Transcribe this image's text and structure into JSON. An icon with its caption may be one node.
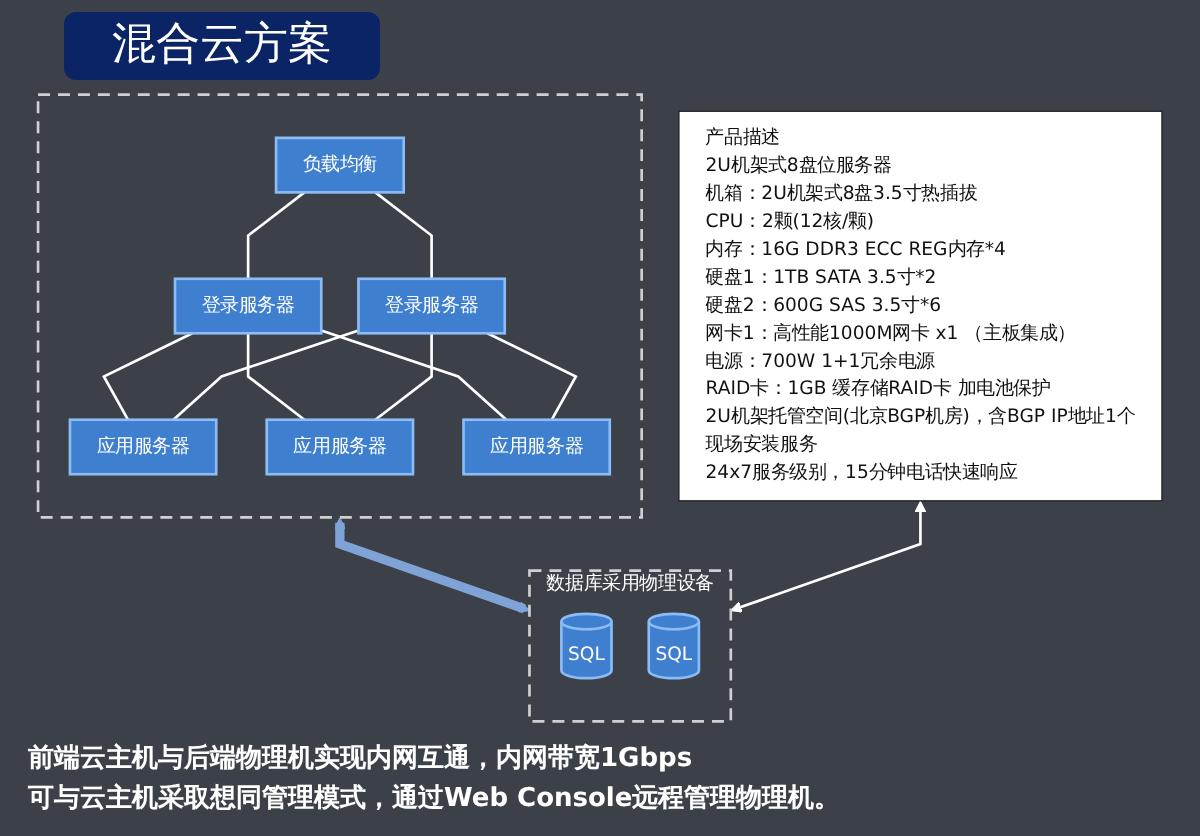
{
  "diagram": {
    "title": "混合云方案",
    "nodes": [
      {
        "text": [],
        "shape": "box"
      },
      {
        "text": [
          "负载均衡"
        ],
        "in": 0
      },
      {
        "text": [
          "登录服务器"
        ],
        "in": 0
      },
      {
        "text": [
          "登录服务器"
        ],
        "in": 0
      },
      {
        "text": [
          "应用服务器"
        ],
        "in": 0
      },
      {
        "text": [
          "应用服务器"
        ],
        "in": 0
      },
      {
        "text": [
          "应用服务器"
        ],
        "in": 0
      },
      {
        "text": [
          "数据库采用物理设备"
        ]
      },
      {
        "text": [
          "SQL"
        ],
        "in": 7
      },
      {
        "text": [
          "SQL"
        ],
        "in": 7
      },
      {
        "text": [
          "产品描述",
          "2U机架式8盘位服务器",
          "机箱：2U机架式8盘3.5寸热插拔",
          "CPU：2颗(12核/颗)",
          "内存：16G DDR3 ECC REG内存*4",
          "硬盘1：1TB SATA 3.5寸*2",
          "硬盘2：600G SAS 3.5寸*6",
          "网卡1：高性能1000M网卡 x1 （主板集成）",
          "电源：700W 1+1冗余电源",
          "RAID卡：1GB 缓存储RAID卡 加电池保护",
          "2U机架托管空间(北京BGP机房)，含BGP IP地址1个",
          "现场安装服务",
          "24x7服务级别，15分钟电话快速响应"
        ]
      }
    ],
    "edges": [
      {
        "from": 1,
        "to": 2,
        "arrow": "none"
      },
      {
        "from": 1,
        "to": 3,
        "arrow": "none"
      },
      {
        "from": 2,
        "to": 4,
        "arrow": "none"
      },
      {
        "from": 2,
        "to": 5,
        "arrow": "none"
      },
      {
        "from": 2,
        "to": 6,
        "arrow": "none"
      },
      {
        "from": 3,
        "to": 4,
        "arrow": "none"
      },
      {
        "from": 3,
        "to": 5,
        "arrow": "none"
      },
      {
        "from": 3,
        "to": 6,
        "arrow": "none"
      },
      {
        "from": 0,
        "to": 7,
        "arrow": "both",
        "style": "thick",
        "color": "#7fa3d6"
      },
      {
        "from": 10,
        "to": 7,
        "arrow": "both"
      }
    ],
    "labels": [
      "前端云主机与后端物理机实现内网互通，内网带宽1Gbps",
      "可与云主机采取想同管理模式，通过Web Console远程管理物理机。"
    ]
  }
}
